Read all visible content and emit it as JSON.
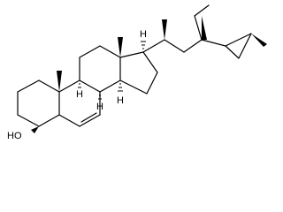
{
  "molecule": {
    "atom_labels": {
      "hydroxyl": "HO",
      "h8": "H",
      "h9": "H",
      "h14": "H",
      "h17": "H"
    },
    "stereo_bonds": {
      "c3_oxygen": "wedge",
      "c10_methyl": "wedge",
      "c13_methyl": "wedge",
      "c20_methyl": "wedge",
      "c24_ethyl": "wedge",
      "cyclopropyl_methyl": "wedge",
      "h8": "hash",
      "h9": "hash",
      "h14": "hash",
      "h17": "hash"
    }
  }
}
